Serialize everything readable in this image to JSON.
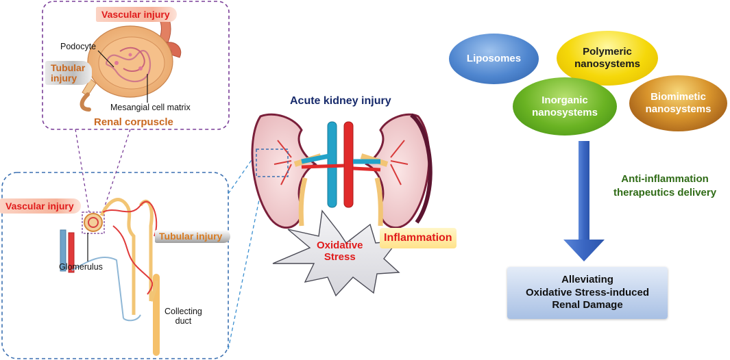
{
  "renal_corpuscle": {
    "vascular_injury": "Vascular injury",
    "tubular_injury_line1": "Tubular",
    "tubular_injury_line2": "injury",
    "podocyte": "Podocyte",
    "mesangial": "Mesangial cell matrix",
    "title": "Renal corpuscle"
  },
  "nephron": {
    "vascular_injury": "Vascular injury",
    "tubular_injury": "Tubular injury",
    "glomerulus": "Glomerulus",
    "collecting_line1": "Collecting",
    "collecting_line2": "duct"
  },
  "kidney": {
    "title": "Acute kidney injury",
    "oxidative_line1": "Oxidative",
    "oxidative_line2": "Stress",
    "inflammation": "Inflammation"
  },
  "nanosystems": {
    "liposomes": "Liposomes",
    "polymeric_line1": "Polymeric",
    "polymeric_line2": "nanosystems",
    "inorganic_line1": "Inorganic",
    "inorganic_line2": "nanosystems",
    "biomimetic_line1": "Biomimetic",
    "biomimetic_line2": "nanosystems"
  },
  "delivery": {
    "line1": "Anti-inflammation",
    "line2": "therapeutics delivery"
  },
  "outcome": {
    "line1": "Alleviating",
    "line2": "Oxidative Stress-induced",
    "line3": "Renal Damage"
  },
  "colors": {
    "vascular_red": "#e01b1b",
    "tubular_orange": "#c9681f",
    "title_navy": "#172a6b",
    "delivery_green": "#2f6b16",
    "arrow_blue": "#3f6fc7",
    "box_purple": "#7a3e98",
    "box_blue": "#3a6fb0"
  }
}
